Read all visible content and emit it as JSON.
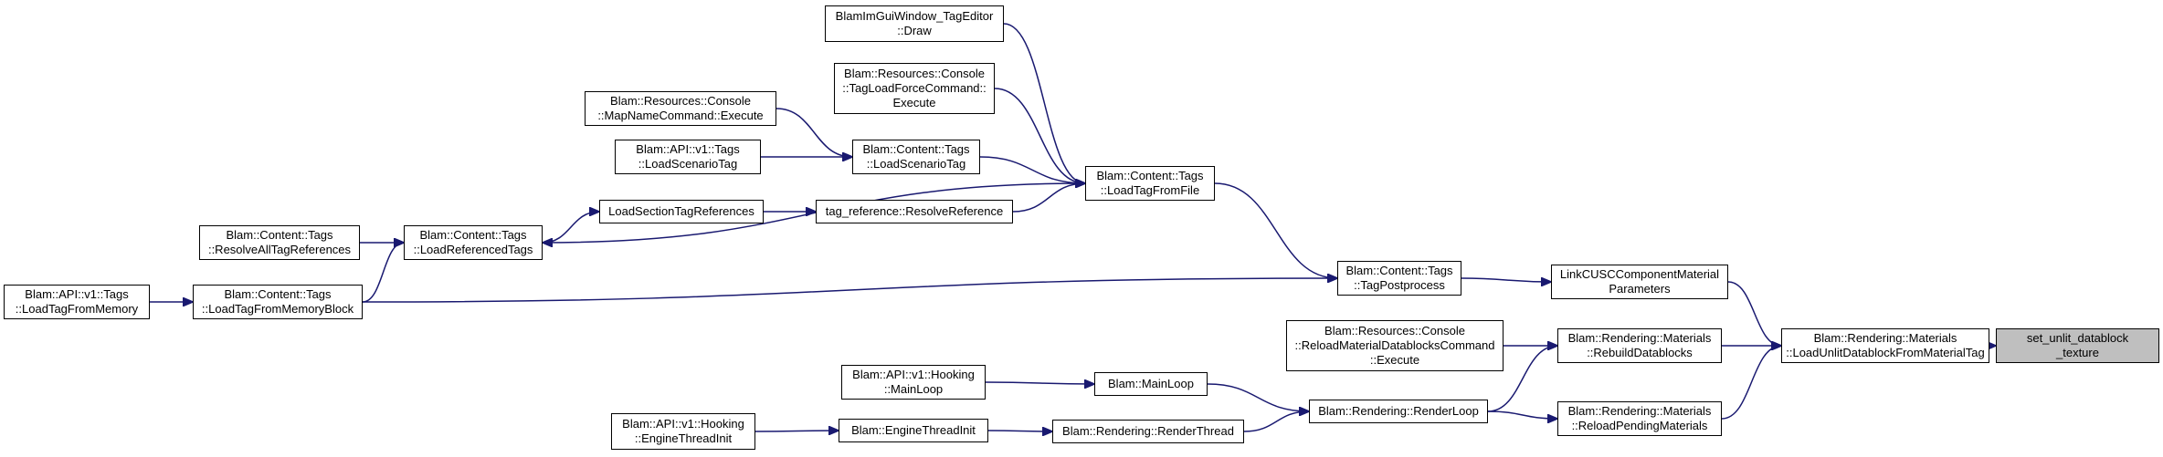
{
  "diagram": {
    "edge_color": "#191970",
    "target_fill": "#bfbfbf",
    "nodes": {
      "n1": [
        "BlamImGuiWindow_TagEditor",
        "::Draw"
      ],
      "n2": [
        "Blam::Resources::Console",
        "::TagLoadForceCommand::",
        "Execute"
      ],
      "n3": [
        "Blam::Resources::Console",
        "::MapNameCommand::Execute"
      ],
      "n4": [
        "Blam::API::v1::Tags",
        "::LoadScenarioTag"
      ],
      "n5": [
        "Blam::Content::Tags",
        "::LoadScenarioTag"
      ],
      "n6": [
        "Blam::Content::Tags",
        "::LoadTagFromFile"
      ],
      "n7": [
        "LoadSectionTagReferences"
      ],
      "n8": [
        "tag_reference::ResolveReference"
      ],
      "n9": [
        "Blam::Content::Tags",
        "::ResolveAllTagReferences"
      ],
      "n10": [
        "Blam::Content::Tags",
        "::LoadReferencedTags"
      ],
      "n11": [
        "Blam::API::v1::Tags",
        "::LoadTagFromMemory"
      ],
      "n12": [
        "Blam::Content::Tags",
        "::LoadTagFromMemoryBlock"
      ],
      "n13": [
        "Blam::Content::Tags",
        "::TagPostprocess"
      ],
      "n14": [
        "LinkCUSCComponentMaterial",
        "Parameters"
      ],
      "n15": [
        "Blam::Resources::Console",
        "::ReloadMaterialDatablocksCommand",
        "::Execute"
      ],
      "n16": [
        "Blam::Rendering::Materials",
        "::RebuildDatablocks"
      ],
      "n17": [
        "Blam::Rendering::Materials",
        "::LoadUnlitDatablockFromMaterialTag"
      ],
      "n18": [
        "set_unlit_datablock",
        "_texture"
      ],
      "n19": [
        "Blam::API::v1::Hooking",
        "::MainLoop"
      ],
      "n20": [
        "Blam::MainLoop"
      ],
      "n21": [
        "Blam::Rendering::RenderLoop"
      ],
      "n22": [
        "Blam::Rendering::Materials",
        "::ReloadPendingMaterials"
      ],
      "n23": [
        "Blam::API::v1::Hooking",
        "::EngineThreadInit"
      ],
      "n24": [
        "Blam::EngineThreadInit"
      ],
      "n25": [
        "Blam::Rendering::RenderThread"
      ]
    },
    "edges": [
      [
        "n1",
        "n6"
      ],
      [
        "n2",
        "n6"
      ],
      [
        "n3",
        "n5"
      ],
      [
        "n4",
        "n5"
      ],
      [
        "n5",
        "n6"
      ],
      [
        "n8",
        "n6"
      ],
      [
        "n7",
        "n8"
      ],
      [
        "n6",
        "n10"
      ],
      [
        "n10",
        "n7"
      ],
      [
        "n9",
        "n10"
      ],
      [
        "n12",
        "n10"
      ],
      [
        "n11",
        "n12"
      ],
      [
        "n12",
        "n13"
      ],
      [
        "n6",
        "n13"
      ],
      [
        "n13",
        "n14"
      ],
      [
        "n14",
        "n17"
      ],
      [
        "n15",
        "n16"
      ],
      [
        "n16",
        "n17"
      ],
      [
        "n22",
        "n17"
      ],
      [
        "n17",
        "n18"
      ],
      [
        "n19",
        "n20"
      ],
      [
        "n20",
        "n21"
      ],
      [
        "n21",
        "n16"
      ],
      [
        "n21",
        "n22"
      ],
      [
        "n23",
        "n24"
      ],
      [
        "n24",
        "n25"
      ],
      [
        "n25",
        "n21"
      ]
    ]
  }
}
